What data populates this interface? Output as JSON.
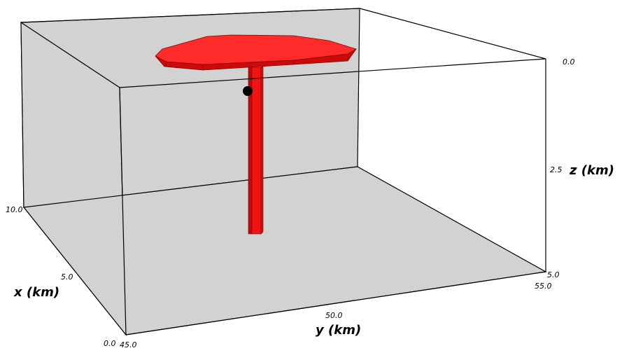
{
  "axes": {
    "x": {
      "label": "x (km)",
      "ticks": [
        "0.0",
        "5.0",
        "10.0"
      ]
    },
    "y": {
      "label": "y (km)",
      "ticks": [
        "45.0",
        "50.0",
        "55.0"
      ]
    },
    "z": {
      "label": "z (km)",
      "ticks": [
        "0.0",
        "2.5",
        "5.0"
      ]
    }
  },
  "colors": {
    "background_panel": "#d2d2d2",
    "body_fill": "#ee1111",
    "body_top": "#ff2a2a",
    "body_side": "#c80c0c",
    "marker": "#000000",
    "edge": "#000000"
  },
  "objects": {
    "sill": "red-sill-body",
    "dike": "red-dike-conduit",
    "marker": "black-point-marker"
  }
}
